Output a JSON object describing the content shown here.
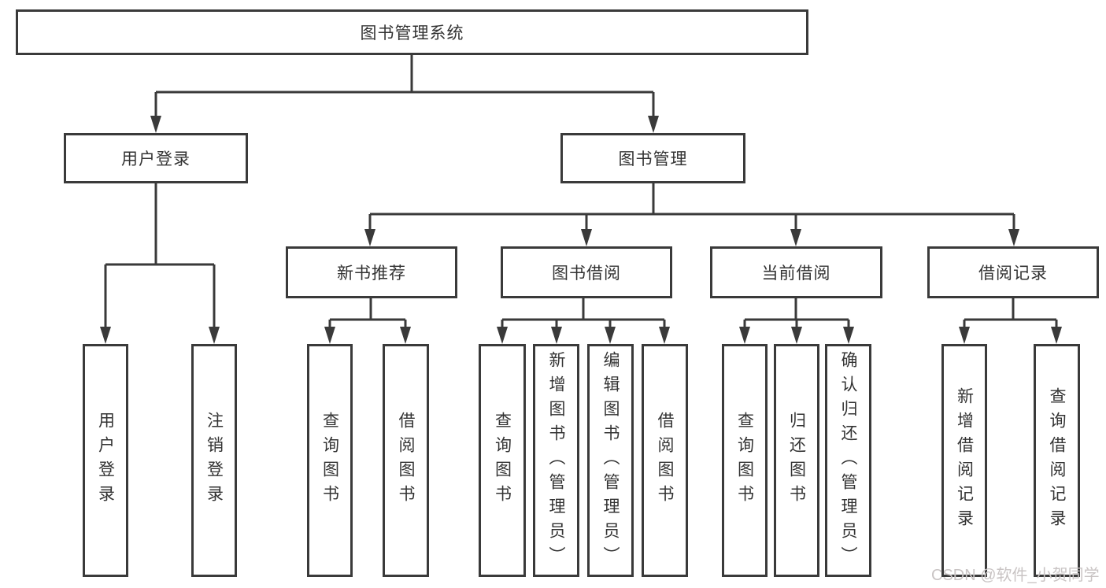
{
  "diagram": {
    "root": "图书管理系统",
    "level2": {
      "user_login": "用户登录",
      "book_mgmt": "图书管理"
    },
    "level3": {
      "new_books": "新书推荐",
      "book_borrow": "图书借阅",
      "current_borrow": "当前借阅",
      "borrow_records": "借阅记录"
    },
    "leaves": {
      "user_login": "用户登录",
      "logout": "注销登录",
      "nb_query": "查询图书",
      "nb_borrow": "借阅图书",
      "bb_query": "查询图书",
      "bb_add": "新增图书（管理员）",
      "bb_edit": "编辑图书（管理员）",
      "bb_borrow": "借阅图书",
      "cb_query": "查询图书",
      "cb_return": "归还图书",
      "cb_confirm": "确认归还（管理员）",
      "br_add": "新增借阅记录",
      "br_query": "查询借阅记录"
    }
  },
  "watermark": "CSDN @软件_小贺同学",
  "colors": {
    "line": "#3a3a3a",
    "text": "#333333",
    "watermark": "#c9c4c4",
    "background": "#ffffff"
  }
}
